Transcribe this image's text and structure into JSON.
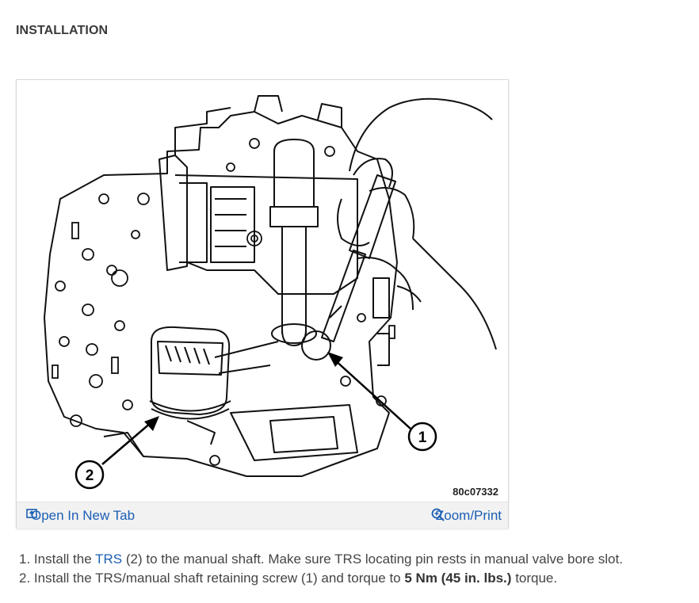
{
  "heading": "INSTALLATION",
  "figure": {
    "callout_1": "1",
    "callout_2": "2",
    "figure_id": "80c07332",
    "open_new_tab": "Open In New Tab",
    "zoom_print": "Zoom/Print",
    "icons": [
      "open-new-tab-icon",
      "zoom-icon"
    ]
  },
  "steps": [
    {
      "num": "1.",
      "pre": "Install the",
      "link": "TRS",
      "post": "(2) to the manual shaft. Make sure TRS locating pin rests in manual valve bore slot."
    },
    {
      "num": "2.",
      "pre": "Install the TRS/manual shaft retaining screw (1) and torque to",
      "bold": "5 Nm (45 in. lbs.)",
      "post": "torque."
    }
  ],
  "colors": {
    "link": "#1a5fb4",
    "bar": "#f2f2f2"
  }
}
